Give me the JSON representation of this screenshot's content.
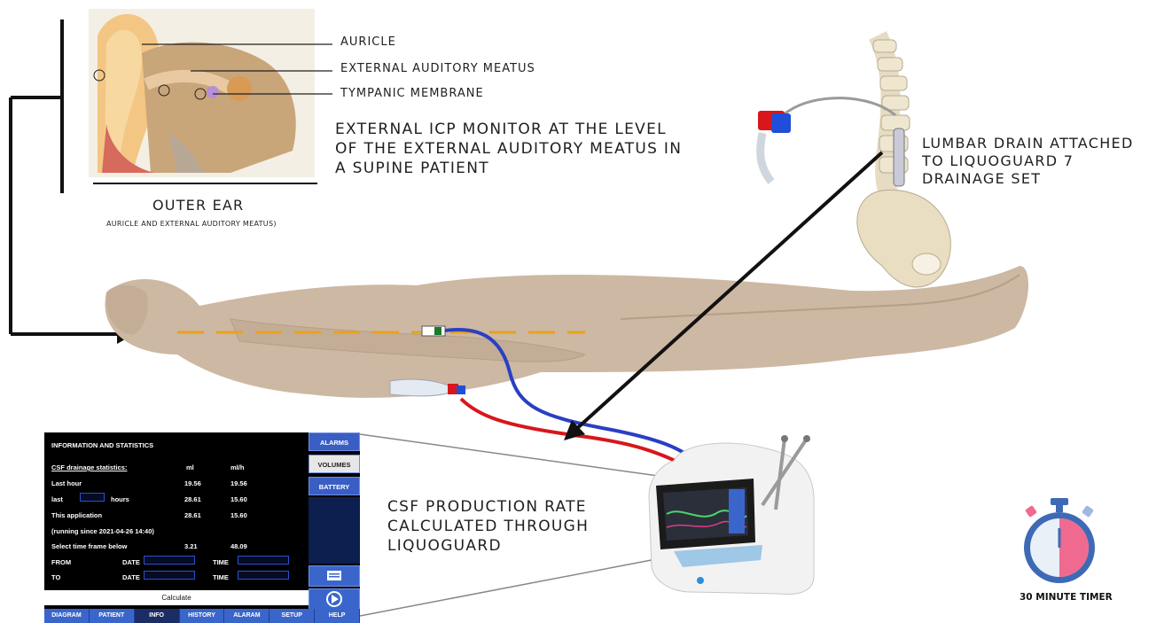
{
  "ear": {
    "labels": [
      "AURICLE",
      "EXTERNAL AUDITORY MEATUS",
      "TYMPANIC MEMBRANE"
    ],
    "title": "OUTER EAR",
    "subtitle": "AURICLE AND EXTERNAL AUDITORY MEATUS)"
  },
  "icp_text": [
    "EXTERNAL ICP MONITOR AT THE LEVEL",
    "OF THE EXTERNAL AUDITORY MEATUS IN",
    "A SUPINE PATIENT"
  ],
  "lumbar_text": [
    "LUMBAR DRAIN ATTACHED",
    "TO LIQUOGUARD 7",
    "DRAINAGE SET"
  ],
  "csf_text": [
    "CSF PRODUCTION RATE",
    "CALCULATED THROUGH",
    "LIQUOGUARD"
  ],
  "timer_label": "30 MINUTE TIMER",
  "screen": {
    "title": "INFORMATION AND STATISTICS",
    "stats_header": "CSF drainage statistics:",
    "col_ml": "ml",
    "col_mlh": "ml/h",
    "rows": [
      {
        "label": "Last hour",
        "ml": "19.56",
        "mlh": "19.56"
      },
      {
        "label": "last",
        "mid": "hours",
        "ml": "28.61",
        "mlh": "15.60"
      },
      {
        "label": "This application",
        "ml": "28.61",
        "mlh": "15.60"
      }
    ],
    "running": "(running since 2021-04-26 14:40)",
    "select_label": "Select time frame below",
    "select_ml": "3.21",
    "select_mlh": "48.09",
    "from_label": "FROM",
    "to_label": "TO",
    "date_label": "DATE",
    "time_label": "TIME",
    "side_buttons": [
      "ALARMS",
      "VOLUMES",
      "BATTERY"
    ],
    "calculate": "Calculate",
    "tabs": [
      "DIAGRAM",
      "PATIENT",
      "INFO",
      "HISTORY",
      "ALARAM",
      "SETUP",
      "HELP"
    ],
    "active_tab": "INFO"
  },
  "colors": {
    "skin": "#cdb8a3",
    "dashed_line": "#e8a21c",
    "tube_blue": "#2b3fc2",
    "tube_red": "#d8161b",
    "screen_blue": "#3a66cc",
    "timer_pink": "#f06a8f",
    "timer_blue": "#9fb8df"
  }
}
